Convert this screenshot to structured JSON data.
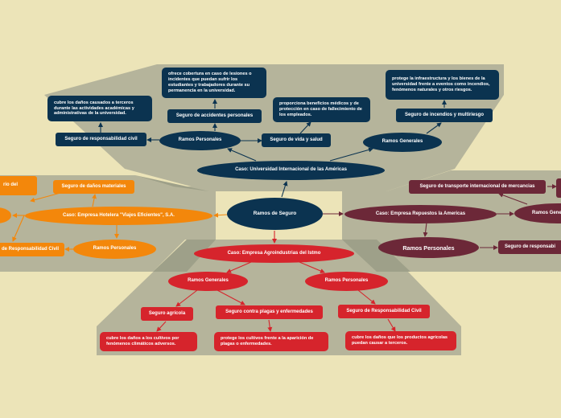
{
  "colors": {
    "background": "#ece4b8",
    "navy": "#0b3350",
    "orange": "#f3870b",
    "red": "#d6242c",
    "maroon": "#6c2838",
    "panel": "#b5b49b"
  },
  "central": "Ramos de Seguro",
  "universidad": {
    "case": "Caso: Universidad Internacional de las Américas",
    "personales": "Ramos Personales",
    "generales": "Ramos Generales",
    "rc": "Seguro de responsabilidad civil",
    "rc_desc": "cubre los daños causados a terceros durante las actividades académicas y administrativas de la universidad.",
    "accidentes": "Seguro de accidentes personales",
    "accidentes_desc": "ofrece cobertura en caso de lesiones o incidentes que puedan sufrir los estudiantes y trabajadores durante su permanencia en la universidad.",
    "vida": "Seguro de vida y salud",
    "vida_desc": "proporciona beneficios médicos y de protección en caso de fallecimiento de los empleados.",
    "incendios": "Seguro de incendios y multiriesgo",
    "incendios_desc": "protege la infraestructura y los bienes de la universidad frente a eventos como incendios, fenómenos naturales y otros riesgos."
  },
  "hotelera": {
    "case": "Caso: Empresa Hotelera \"Viajes Eficientes\", S.A.",
    "danos": "Seguro de daños materiales",
    "personales": "Ramos Personales",
    "rc": "de Responsabilidad Civil",
    "cut_top": "rio del"
  },
  "repuestos": {
    "case": "Caso: Empresa Repuestos la Americas",
    "transporte": "Seguro de transporte internacional de mercancias",
    "generales": "Ramos Gene",
    "personales": "Ramos Personales",
    "rc": "Seguro de responsabi"
  },
  "agro": {
    "case": "Caso: Empresa Agroindustrias del Istmo",
    "generales": "Ramos Generales",
    "personales": "Ramos Personales",
    "agricola": "Seguro agrícola",
    "agricola_desc": "cubre los daños a los cultivos por fenómenos climáticos adversos.",
    "plagas": "Seguro contra plagas y enfermedades",
    "plagas_desc": "protege los cultivos frente a la aparición de plagas o enfermedades.",
    "rc": "Seguro de Responsabilidad Civil",
    "rc_desc": "cubre los daños que los productos agrícolas puedan causar a terceros."
  }
}
